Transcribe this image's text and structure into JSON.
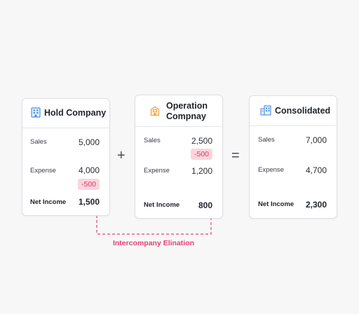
{
  "cards": {
    "hold": {
      "title": "Hold Company",
      "icon": "office-building-icon",
      "sales_label": "Sales",
      "sales_value": "5,000",
      "expense_label": "Expense",
      "expense_value": "4,000",
      "elimination": "-500",
      "net_label": "Net Income",
      "net_value": "1,500"
    },
    "operation": {
      "title_line1": "Operation",
      "title_line2": "Compnay",
      "icon": "shop-building-icon",
      "sales_label": "Sales",
      "sales_value": "2,500",
      "elimination": "-500",
      "expense_label": "Expense",
      "expense_value": "1,200",
      "net_label": "Net Income",
      "net_value": "800"
    },
    "consolidated": {
      "title": "Consolidated",
      "icon": "multi-building-icon",
      "sales_label": "Sales",
      "sales_value": "7,000",
      "expense_label": "Expense",
      "expense_value": "4,700",
      "net_label": "Net Income",
      "net_value": "2,300"
    }
  },
  "operators": {
    "plus": "+",
    "equals": "="
  },
  "elimination_label": "Intercompany Elination",
  "colors": {
    "accent_pink": "#e8416f",
    "badge_bg": "#fbd5dd",
    "icon_blue": "#4a90e2",
    "icon_orange": "#f2a33a"
  }
}
